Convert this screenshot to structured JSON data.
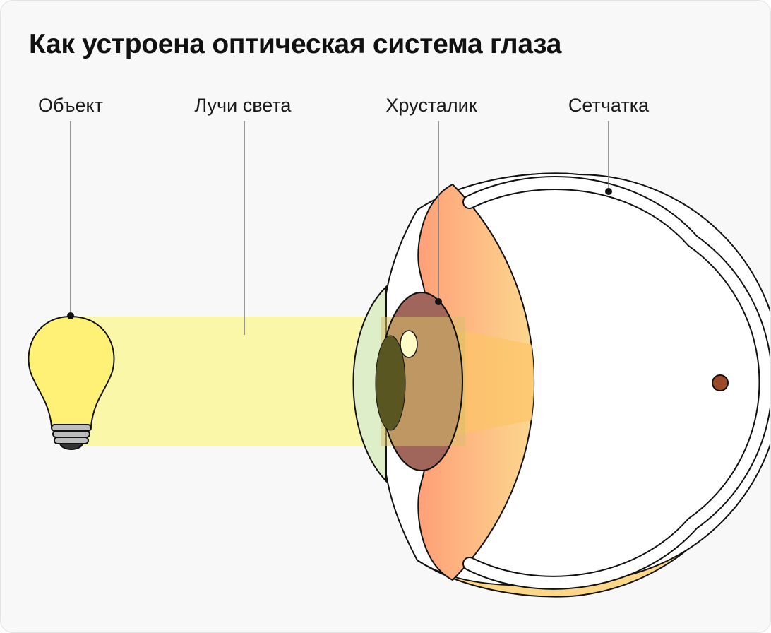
{
  "title": "Как устроена оптическая система глаза",
  "labels": {
    "object": "Объект",
    "light_rays": "Лучи света",
    "lens": "Хрусталик",
    "retina": "Сетчатка"
  },
  "colors": {
    "background": "#f8f8f8",
    "bulb": "#fff176",
    "light_beam": "#fbf7a8",
    "eye_interior": "#fdb585",
    "sclera": "#ffffff",
    "outer_layer": "#fcd787",
    "lens": "#a0665c",
    "pupil": "#5a5622",
    "focal_point": "#9a4a2a",
    "outline": "#111111"
  }
}
